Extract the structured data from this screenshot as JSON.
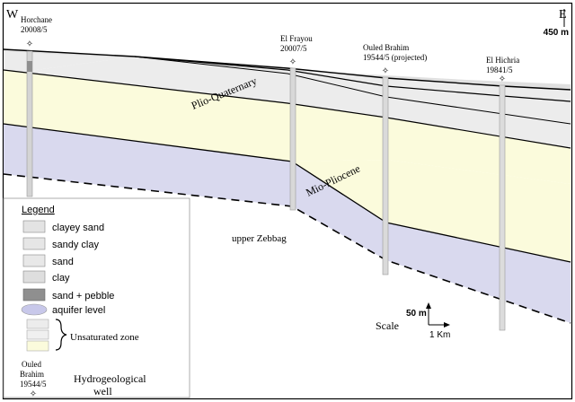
{
  "orientation": {
    "west": "W",
    "east": "E"
  },
  "elevation": "450 m",
  "wells": [
    {
      "name": "Horchane",
      "id": "20008/5"
    },
    {
      "name": "El Frayou",
      "id": "20007/5"
    },
    {
      "name": "Ouled Brahim",
      "id": "19544/5 (projected)"
    },
    {
      "name": "El Hichria",
      "id": "19841/5"
    }
  ],
  "formations": {
    "plio_quaternary": "Plio-Quaternary",
    "mio_pliocene": "Mio-Pliocene",
    "upper_zebbag": "upper Zebbag"
  },
  "legend": {
    "title": "Legend",
    "items": [
      "clayey sand",
      "sandy clay",
      "sand",
      "clay",
      "sand + pebble",
      "aquifer level"
    ],
    "unsaturated": "Unsaturated zone",
    "well_label": {
      "line1": "Ouled",
      "line2": "Brahim",
      "line3": "19544/5"
    },
    "well_desc": {
      "line1": "Hydrogeological",
      "line2": "well"
    }
  },
  "scale": {
    "label": "Scale",
    "vertical": "50 m",
    "horizontal": "1 Km"
  },
  "colors": {
    "aquifer": "#d9d9ee",
    "unsaturated_yellow": "#fbfbdc",
    "top_band": "#ececec",
    "clayey_sand": "#e3e3e3",
    "sandy_clay": "#e6e6e6",
    "sand": "#e8e8e8",
    "clay": "#dedede",
    "sand_pebble": "#8f8f8f"
  }
}
